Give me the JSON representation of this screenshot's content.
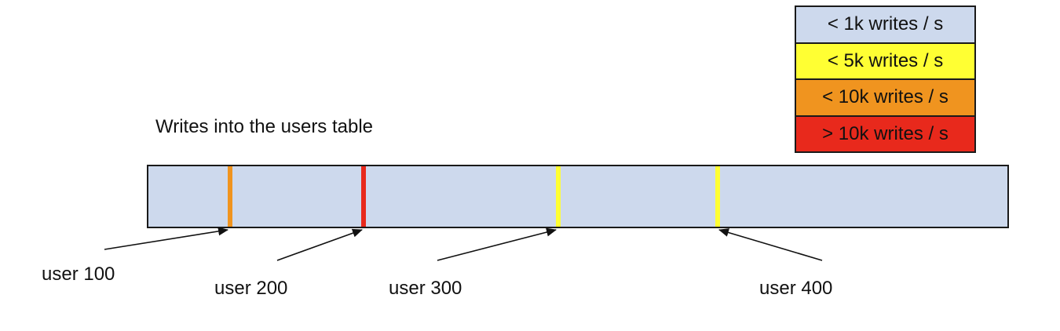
{
  "title": "Writes into the users table",
  "legend": {
    "items": [
      {
        "label": "< 1k writes / s",
        "color": "#cdd9ed"
      },
      {
        "label": "< 5k writes / s",
        "color": "#ffff33"
      },
      {
        "label": "< 10k writes / s",
        "color": "#f0941f"
      },
      {
        "label": "> 10k writes / s",
        "color": "#e8291c"
      }
    ]
  },
  "table_bar": {
    "fill": "#cdd9ed",
    "border_color": "#1a1a1a",
    "markers": [
      {
        "user": "user 100",
        "color": "#f0941f"
      },
      {
        "user": "user 200",
        "color": "#e8291c"
      },
      {
        "user": "user 300",
        "color": "#ffff33"
      },
      {
        "user": "user 400",
        "color": "#ffff33"
      }
    ]
  },
  "callouts": [
    {
      "label": "user 100"
    },
    {
      "label": "user 200"
    },
    {
      "label": "user 300"
    },
    {
      "label": "user 400"
    }
  ]
}
